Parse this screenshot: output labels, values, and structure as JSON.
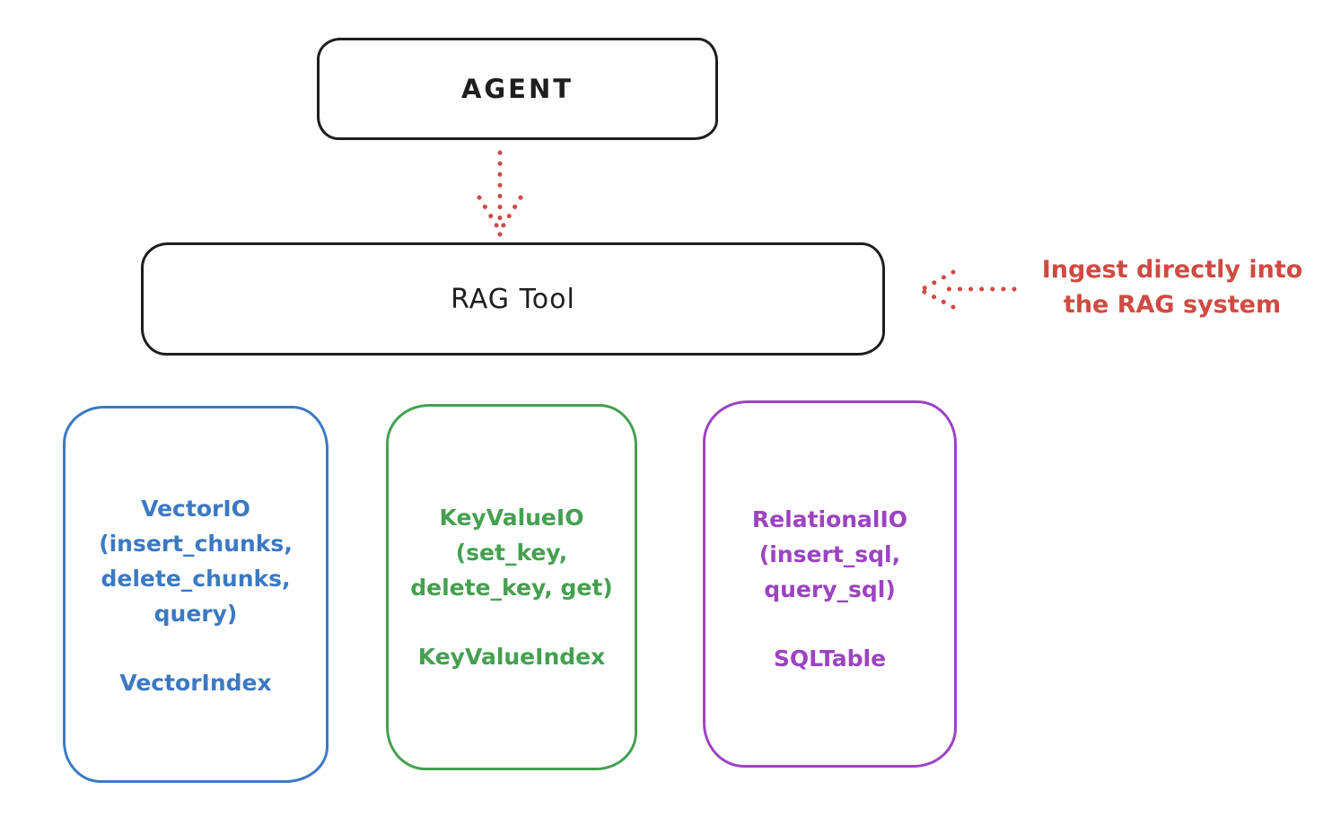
{
  "palette": {
    "ink": "#1e1e1e",
    "red": "#cf4a42",
    "blue": "#3b79c3",
    "green": "#44a050",
    "purple": "#9c43c2",
    "background": "#ffffff"
  },
  "diagram": {
    "agent_box": {
      "label": "AGENT"
    },
    "rag_tool_box": {
      "label": "RAG Tool"
    },
    "agent_to_rag_arrow": {
      "style": "dotted",
      "color": "#cf4a42"
    },
    "ingest_annotation": {
      "lines": [
        "Ingest directly into",
        "the RAG system"
      ],
      "color": "#cf4a42",
      "arrow_style": "dotted"
    },
    "providers": [
      {
        "lines": [
          "VectorIO",
          "(insert_chunks,",
          "delete_chunks,",
          "query)"
        ],
        "index_label": "VectorIndex",
        "color": "#3b79c3"
      },
      {
        "lines": [
          "KeyValueIO",
          "(set_key,",
          "delete_key, get)"
        ],
        "index_label": "KeyValueIndex",
        "color": "#44a050"
      },
      {
        "lines": [
          "RelationalIO",
          "(insert_sql,",
          "query_sql)"
        ],
        "index_label": "SQLTable",
        "color": "#9c43c2"
      }
    ]
  }
}
